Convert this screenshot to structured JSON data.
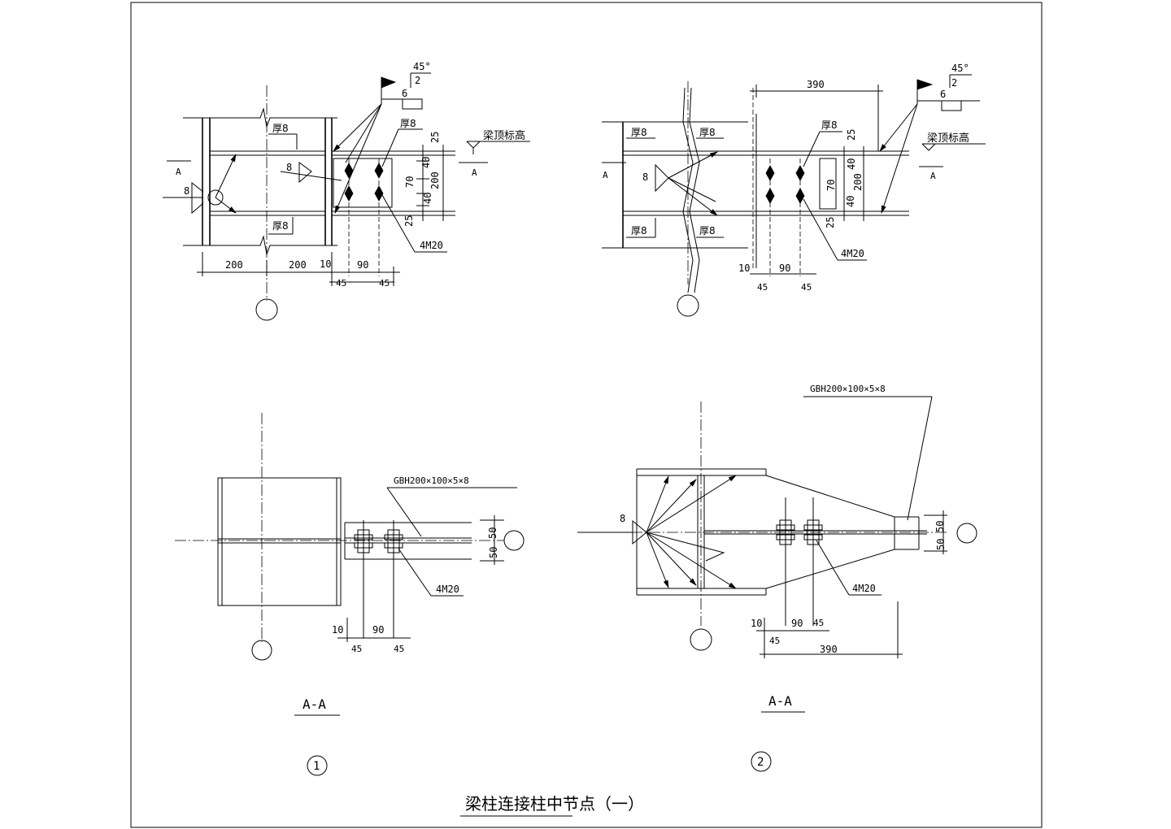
{
  "sheet_title": "梁柱连接柱中节点（一）",
  "detail_1": {
    "number": "1",
    "section_label": "A-A",
    "elevation": {
      "section_mark": "A",
      "weld_symbol": {
        "angle": "45°",
        "root": "2",
        "size": "6"
      },
      "beam_top_label": "梁顶标高",
      "fillet_weld_size": "8",
      "flange_thk_top": "厚8",
      "flange_thk_bottom": "厚8",
      "stiffener_thk": "厚8",
      "bolts": "4M20",
      "dims_h": [
        "200",
        "200",
        "10",
        "90",
        "45",
        "45"
      ],
      "dims_v": [
        "25",
        "40",
        "70",
        "40",
        "25",
        "200"
      ]
    },
    "section": {
      "member": "GBH200×100×5×8",
      "bolts": "4M20",
      "dims_h": [
        "10",
        "90",
        "45",
        "45"
      ],
      "dims_v": [
        "50",
        "50"
      ]
    }
  },
  "detail_2": {
    "number": "2",
    "section_label": "A-A",
    "elevation": {
      "section_mark": "A",
      "top_dim": "390",
      "weld_symbol": {
        "angle": "45°",
        "root": "2",
        "size": "6"
      },
      "beam_top_label": "梁顶标高",
      "fillet_weld_size": "8",
      "thk_labels": [
        "厚8",
        "厚8",
        "厚8",
        "厚8",
        "厚8"
      ],
      "bolts": "4M20",
      "dims_h": [
        "10",
        "90",
        "45",
        "45"
      ],
      "dims_v": [
        "25",
        "40",
        "70",
        "40",
        "25",
        "200"
      ]
    },
    "section": {
      "member": "GBH200×100×5×8",
      "fillet_weld_size": "8",
      "bolts": "4M20",
      "dims_h": [
        "10",
        "90",
        "45",
        "45",
        "390"
      ],
      "dims_v": [
        "50",
        "50"
      ]
    }
  }
}
